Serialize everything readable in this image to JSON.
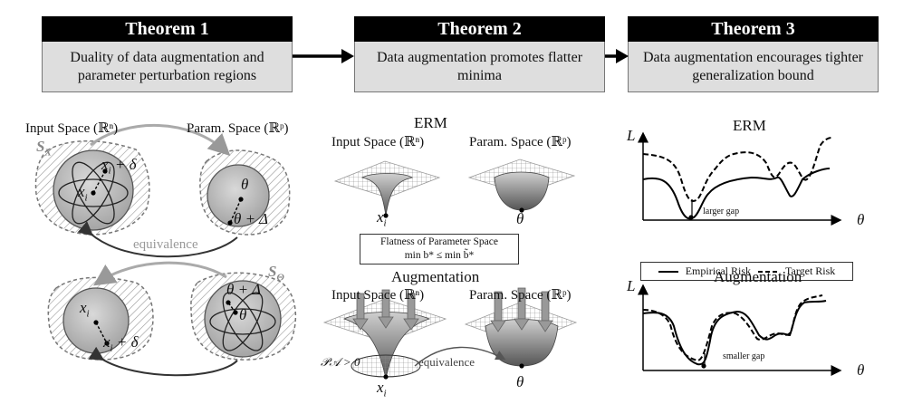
{
  "theorems": [
    {
      "title": "Theorem 1",
      "desc": "Duality of data augmentation and parameter perturbation regions"
    },
    {
      "title": "Theorem 2",
      "desc": "Data augmentation promotes flatter minima"
    },
    {
      "title": "Theorem 3",
      "desc": "Data augmentation encourages tighter generalization bound"
    }
  ],
  "left": {
    "input_space": "Input Space (ℝⁿ)",
    "param_space": "Param. Space (ℝᵖ)",
    "sx": "S",
    "sx_sub": "X",
    "stheta": "S",
    "stheta_sub": "Θ",
    "xi": "x",
    "xi_sub": "i",
    "xi_plus_delta": "+ δ",
    "theta": "θ",
    "theta_plus_delta": "θ + Δ",
    "equivalence": "equivalence"
  },
  "middle": {
    "erm": "ERM",
    "augmentation": "Augmentation",
    "input_space": "Input Space (ℝⁿ)",
    "param_space": "Param. Space (ℝᵖ)",
    "flatness_title": "Flatness of Parameter Space",
    "flatness_formula": "min b* ≤ min b̃*",
    "pa": "𝒫𝒜 > 0",
    "equivalence": "equivalence",
    "xi": "x",
    "xi_sub": "i",
    "theta": "θ"
  },
  "right": {
    "erm": "ERM",
    "augmentation": "Augmentation",
    "y_label": "L",
    "x_label": "θ",
    "larger_gap": "larger gap",
    "smaller_gap": "smaller gap",
    "legend_empirical": "Empirical Risk",
    "legend_target": "Target Risk"
  }
}
